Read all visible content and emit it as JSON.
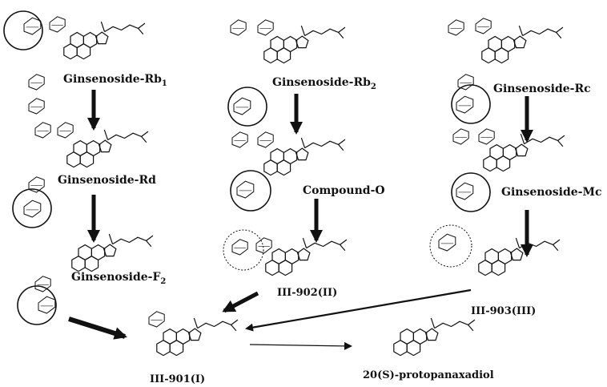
{
  "compounds": {
    "rb1": "Ginsenoside-Rb",
    "rb1_sub": "1",
    "rd": "Ginsenoside-Rd",
    "f2": "Ginsenoside-F",
    "f2_sub": "2",
    "iii901": "III-901(I)",
    "rb2": "Ginsenoside-Rb",
    "rb2_sub": "2",
    "compound_o": "Compound-O",
    "iii902": "III-902(II)",
    "rc": "Ginsenoside-Rc",
    "mc": "Ginsenoside-Mc",
    "iii903": "III-903(III)",
    "ppd": "20(S)-protopanaxadiol"
  },
  "colors": {
    "ink": "#111111",
    "paper": "#ffffff"
  },
  "icons": [
    "sugar-ring-icon",
    "steroid-skeleton-icon",
    "reaction-arrow-icon"
  ]
}
